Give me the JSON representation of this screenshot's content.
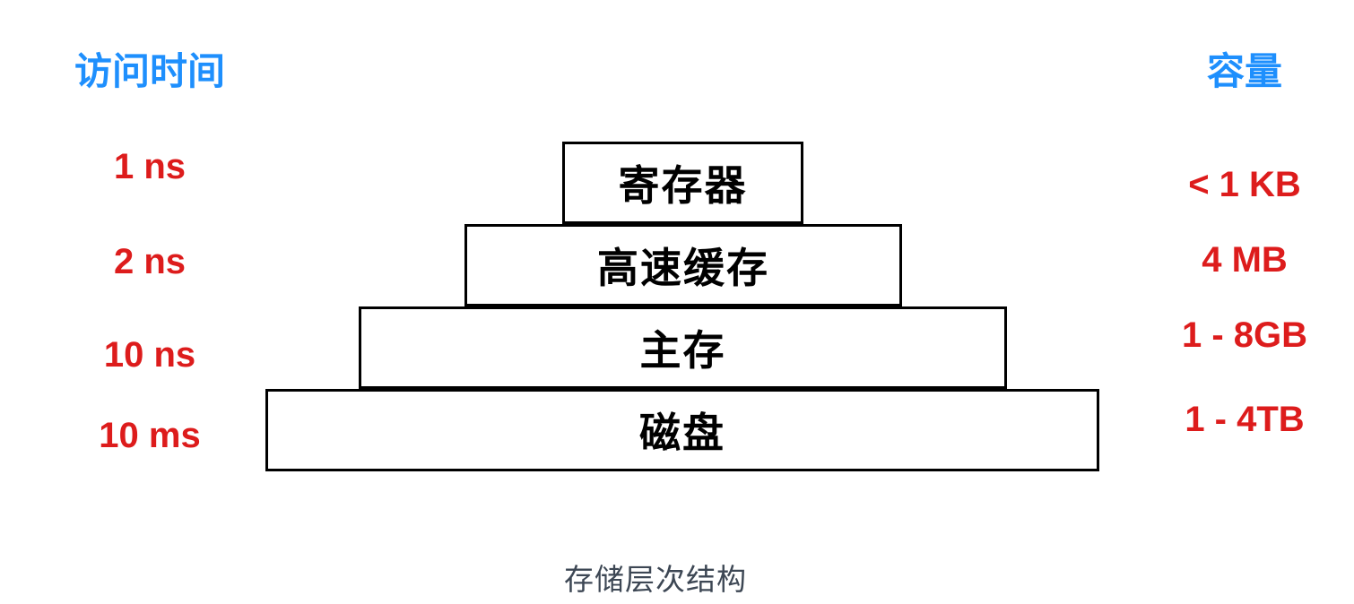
{
  "diagram": {
    "left_header": "访问时间",
    "right_header": "容量",
    "caption": "存储层次结构",
    "levels": [
      {
        "access_time": "1 ns",
        "name": "寄存器",
        "capacity": "< 1 KB"
      },
      {
        "access_time": "2 ns",
        "name": "高速缓存",
        "capacity": "4 MB"
      },
      {
        "access_time": "10 ns",
        "name": "主存",
        "capacity": "1 - 8GB"
      },
      {
        "access_time": "10 ms",
        "name": "磁盘",
        "capacity": "1 - 4TB"
      }
    ],
    "colors": {
      "header_blue": "#1e8ffd",
      "value_red": "#dd1c1c",
      "box_border": "#000000",
      "box_fill": "#ffffff",
      "caption_text": "#3d4754",
      "background": "#ffffff"
    }
  }
}
